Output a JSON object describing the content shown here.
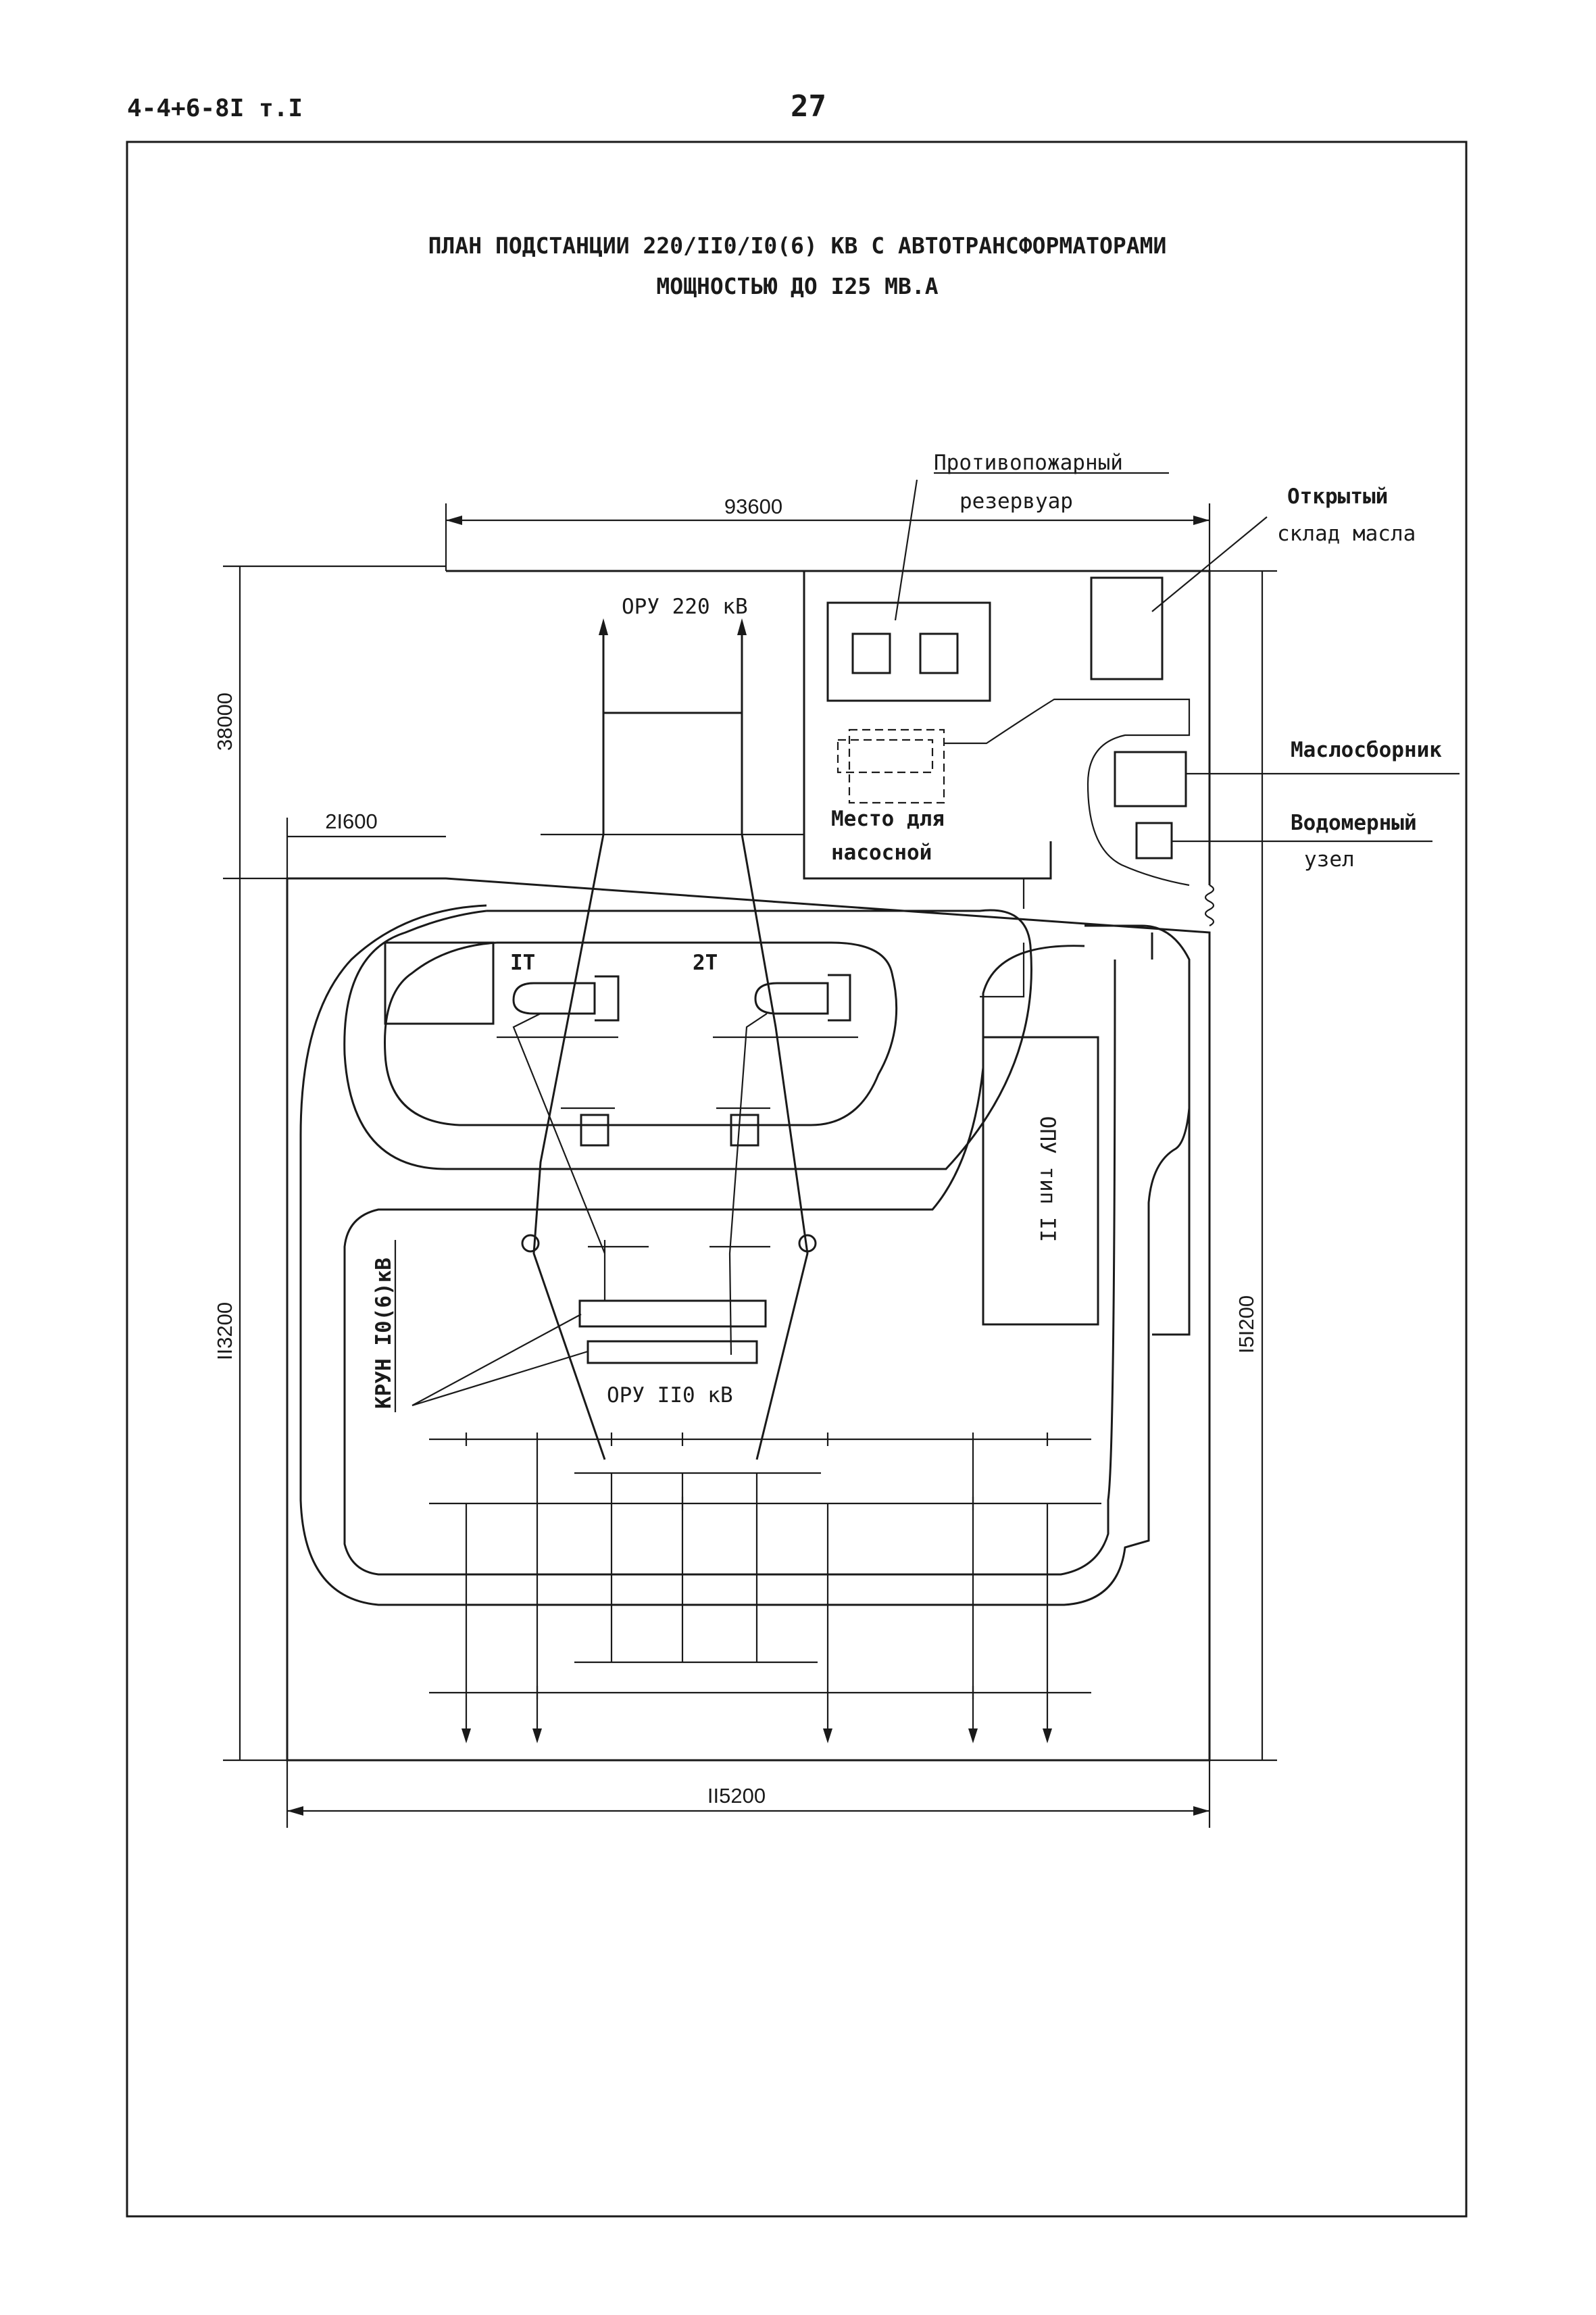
{
  "header": {
    "doc_code": "4-4+6-8I т.I",
    "page_number": "27"
  },
  "title": {
    "line1": "ПЛАН ПОДСТАНЦИИ 220/II0/I0(6) КВ С АВТОТРАНСФОРМАТОРАМИ",
    "line2": "МОЩНОСТЬЮ ДО I25 МВ.А"
  },
  "dimensions": {
    "top": "93600",
    "left_upper": "38000",
    "notch": "2I600",
    "left_lower": "II3200",
    "right": "I5I200",
    "bottom": "II5200"
  },
  "labels": {
    "fire_reservoir_1": "Противопожарный",
    "fire_reservoir_2": "резервуар",
    "oil_store_1": "Открытый",
    "oil_store_2": "склад масла",
    "oil_collector": "Маслосборник",
    "water_meter_1": "Водомерный",
    "water_meter_2": "узел",
    "pump_place_1": "Место для",
    "pump_place_2": "насосной",
    "oru_220": "ОРУ 220 кВ",
    "t1": "IТ",
    "t2": "2Т",
    "opu": "ОПУ тип II",
    "krun": "КРУН I0(6)кВ",
    "oru_110": "ОРУ II0 кВ"
  }
}
